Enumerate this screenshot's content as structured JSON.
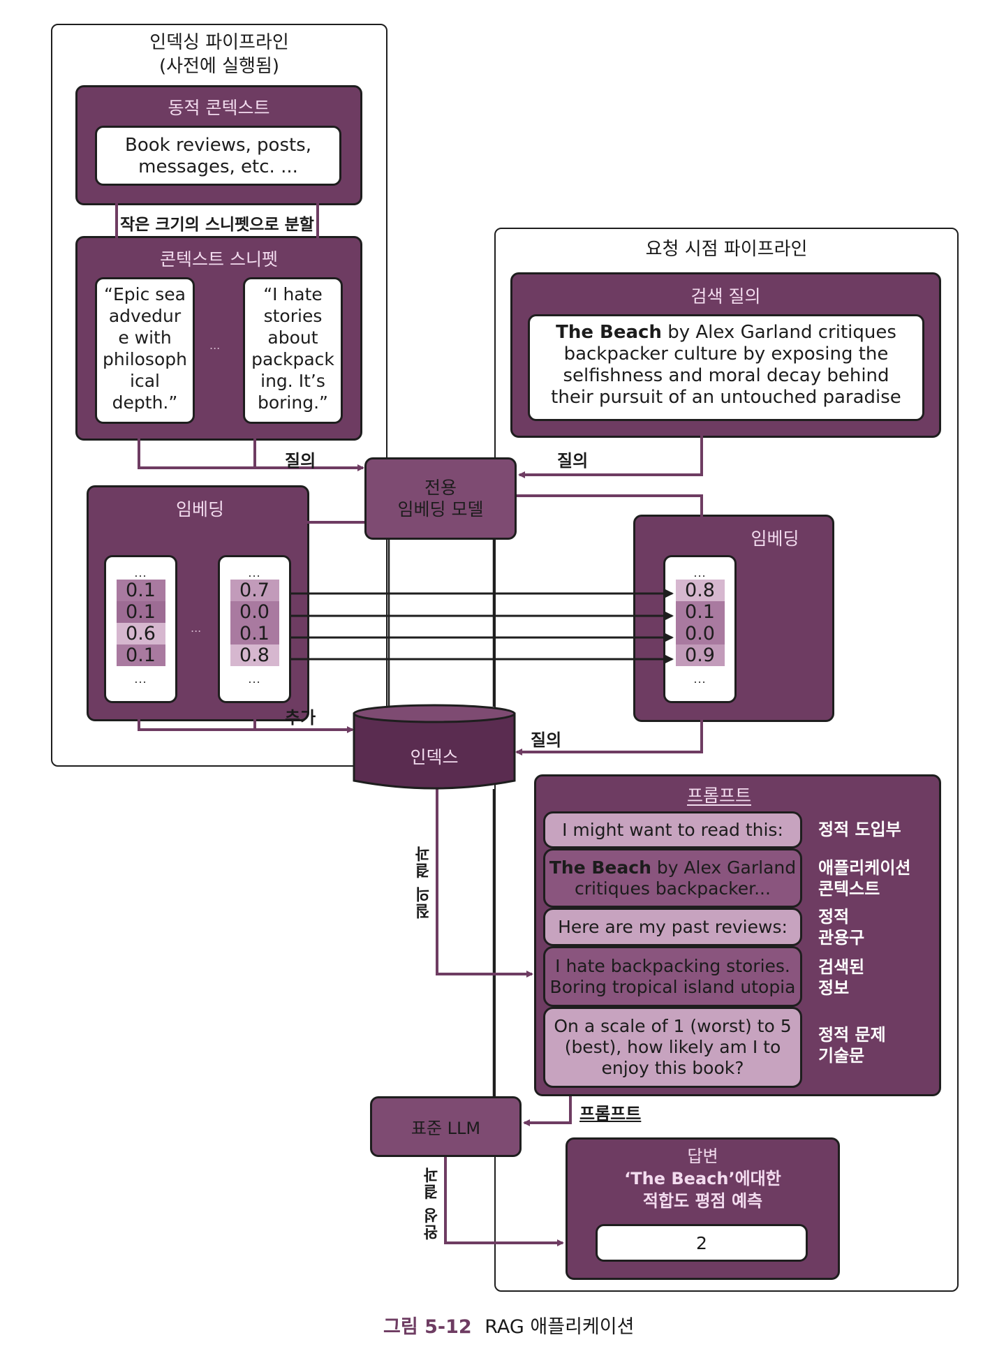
{
  "indexing_pipeline": {
    "title_line1": "인덱싱 파이프라인",
    "title_line2": "(사전에 실행됨)",
    "dynamic_context": {
      "title": "동적 콘텍스트",
      "text_line1": "Book reviews, posts,",
      "text_line2": "messages, etc. ..."
    },
    "split_label": "작은 크기의 스니펫으로 분할",
    "snippets": {
      "title": "콘텍스트 스니펫",
      "items": [
        {
          "lines": [
            "“Epic sea",
            "advedur",
            "e with",
            "philosoph",
            "ical",
            "depth.”"
          ]
        },
        {
          "lines": [
            "“I hate",
            "stories",
            "about",
            "packpack",
            "ing. It’s",
            "boring.”"
          ]
        }
      ],
      "ellipsis": "..."
    },
    "query_label": "질의",
    "embeddings": {
      "title": "임베딩",
      "vectors": [
        {
          "values": [
            "0.1",
            "0.1",
            "0.6",
            "0.1"
          ]
        },
        {
          "values": [
            "0.7",
            "0.0",
            "0.1",
            "0.8"
          ]
        }
      ],
      "ellipsis": "..."
    },
    "add_label": "추가"
  },
  "embedding_model": {
    "line1": "전용",
    "line2": "임베딩 모델"
  },
  "index": {
    "label": "인덱스"
  },
  "request_pipeline": {
    "title": "요청 시점 파이프라인",
    "search_query": {
      "title": "검색 질의",
      "bold": "The Beach",
      "line1_rest": " by Alex Garland critiques",
      "line2": "backpacker culture by exposing the",
      "line3": "selfishness and moral decay behind",
      "line4": "their pursuit of an untouched paradise"
    },
    "query_label_top": "질의",
    "embeddings": {
      "title": "임베딩",
      "values": [
        "0.8",
        "0.1",
        "0.0",
        "0.9"
      ],
      "ellipsis": "..."
    },
    "query_label_bottom": "질의",
    "query_result_label": "질의 결과",
    "prompt": {
      "title": "프롬프트",
      "items": [
        {
          "text_lines": [
            "I might want to read this:"
          ],
          "label_lines": [
            "정적 도입부"
          ],
          "tone": "light"
        },
        {
          "bold": "The Beach",
          "text_lines": [
            " by Alex Garland",
            "critiques backpacker..."
          ],
          "label_lines": [
            "애플리케이션",
            "콘텍스트"
          ],
          "tone": "dark"
        },
        {
          "text_lines": [
            "Here are my past reviews:"
          ],
          "label_lines": [
            "정적",
            "관용구"
          ],
          "tone": "light"
        },
        {
          "text_lines": [
            "I hate backpacking stories.",
            "Boring tropical island utopia"
          ],
          "label_lines": [
            "검색된",
            "정보"
          ],
          "tone": "dark"
        },
        {
          "text_lines": [
            "On a scale of 1 (worst) to 5",
            "(best), how likely am I to",
            "enjoy this book?"
          ],
          "label_lines": [
            "정적 문제",
            "기술문"
          ],
          "tone": "light"
        }
      ]
    },
    "prompt_arrow_label": "프롬프트",
    "llm": {
      "label": "표준 LLM"
    },
    "completion_label": "완성 결과",
    "answer": {
      "title": "답변",
      "subtitle_line1": "‘The Beach’에대한",
      "subtitle_line2": "적합도 평점 예측",
      "value": "2"
    }
  },
  "caption": {
    "number": "그림 5-12",
    "text": "RAG 애플리케이션"
  },
  "colors": {
    "box_purple": "#6e3c62",
    "arrow_purple": "#6e3c62",
    "light_item": "#c7a3bf",
    "dark_item": "#8a557e",
    "title_pink": "#f3dcef",
    "line_black": "#1e1e1e"
  }
}
